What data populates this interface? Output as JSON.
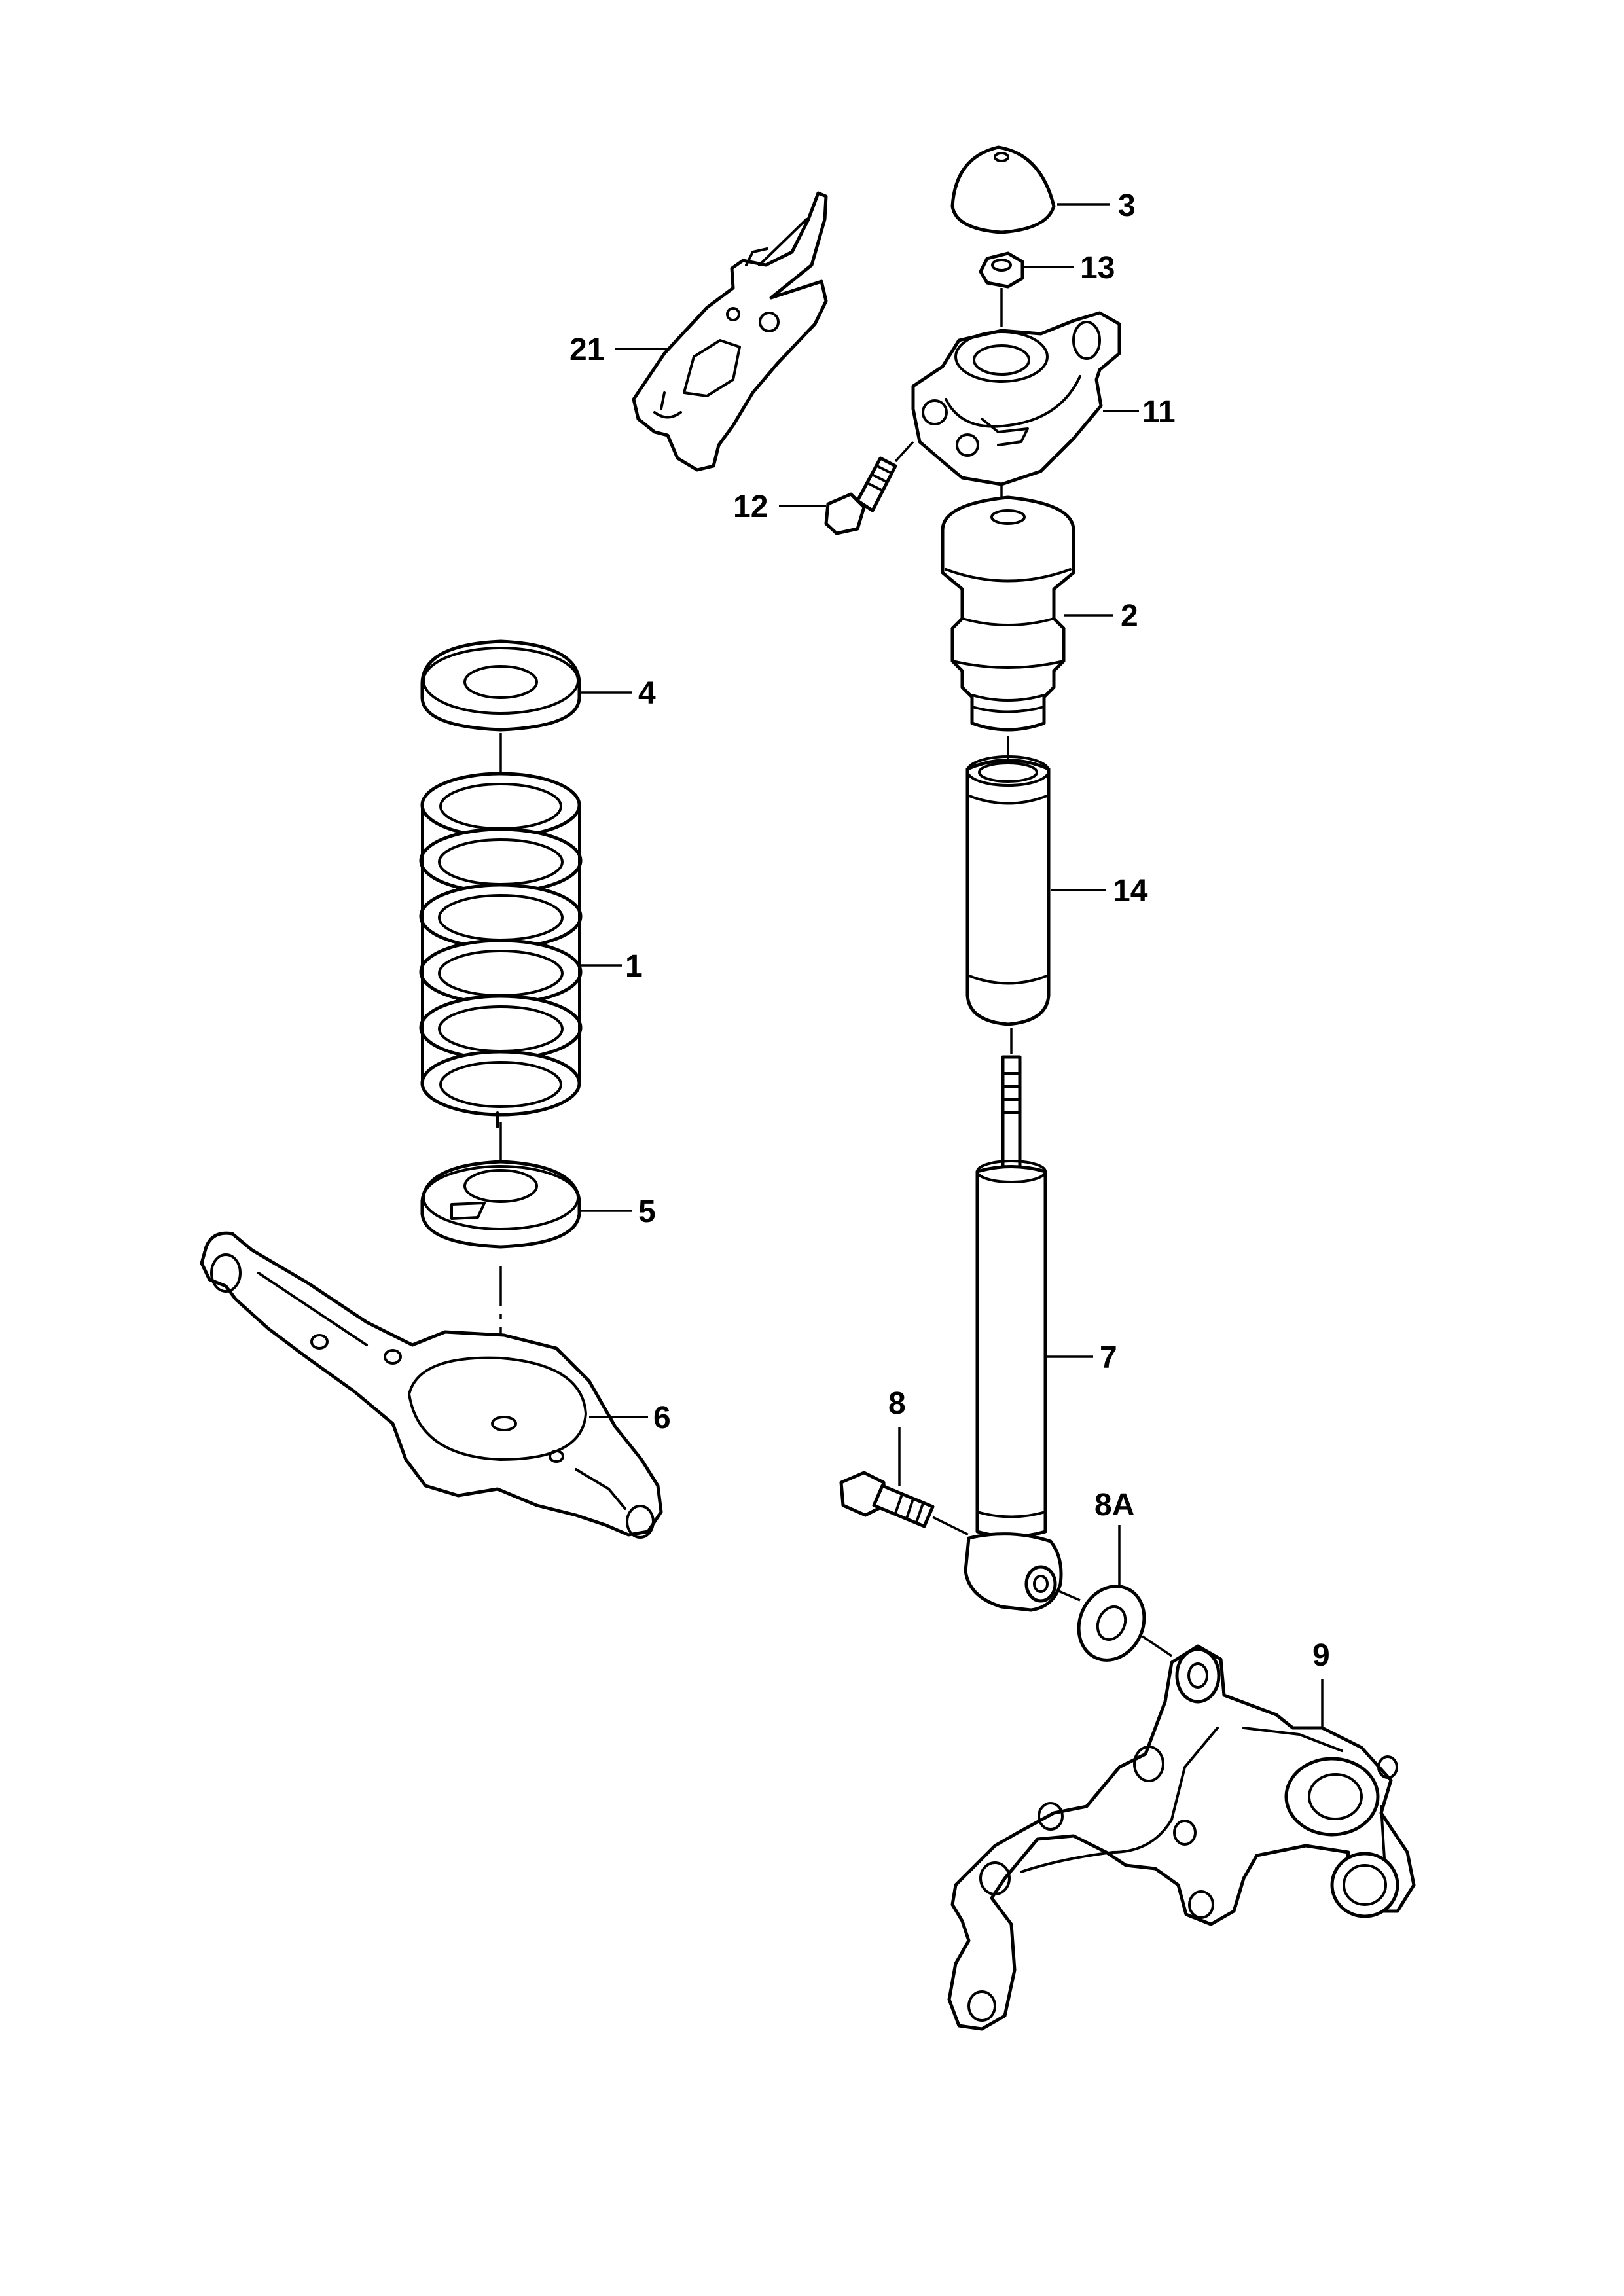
{
  "diagram": {
    "callouts": {
      "p1": "1",
      "p2": "2",
      "p3": "3",
      "p4": "4",
      "p5": "5",
      "p6": "6",
      "p7": "7",
      "p8": "8",
      "p8a": "8A",
      "p9": "9",
      "p11": "11",
      "p12": "12",
      "p13": "13",
      "p14": "14",
      "p21": "21"
    }
  }
}
